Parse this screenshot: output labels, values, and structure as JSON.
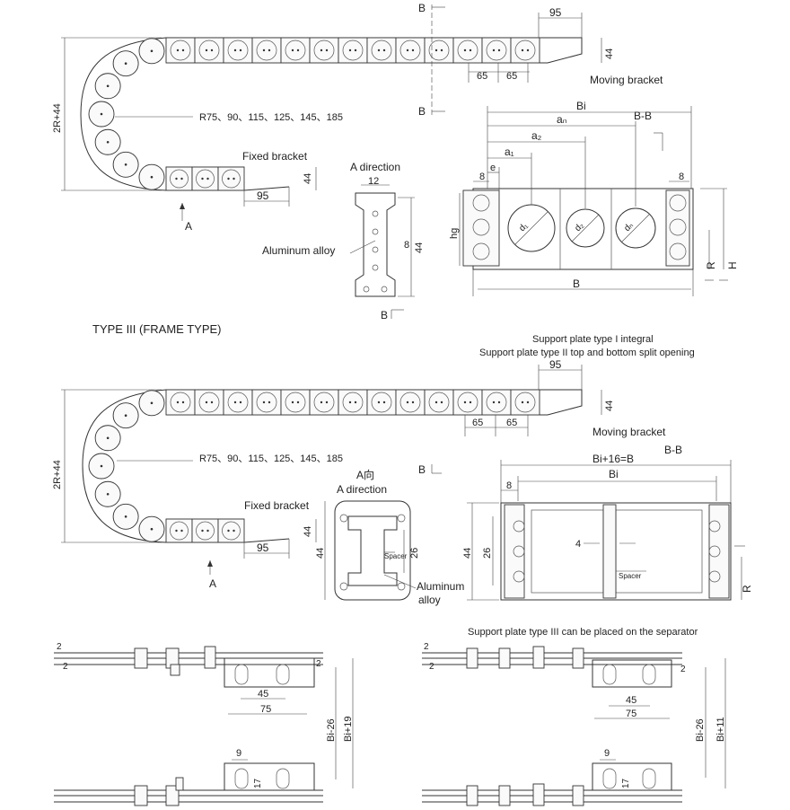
{
  "labels": {
    "b_mark": "B",
    "a_mark": "A",
    "dim_95": "95",
    "dim_44": "44",
    "dim_65": "65",
    "dim_2r44": "2R+44",
    "radius_list": "R75、90、115、125、145、185",
    "moving_bracket": "Moving bracket",
    "fixed_bracket": "Fixed bracket",
    "a_direction": "A direction",
    "a_direction_cn": "A向",
    "aluminum_alloy": "Aluminum alloy",
    "aluminum": "Aluminum",
    "alloy": "alloy",
    "dim_12": "12",
    "dim_8": "8",
    "dim_26": "26",
    "dim_4": "4",
    "bb": "B-B",
    "bi": "Bi",
    "a_n": "aₙ",
    "a_2": "a₂",
    "a_1": "a₁",
    "e": "e",
    "hg": "hg",
    "d1": "d₁",
    "d2": "d₂",
    "dn": "dₙ",
    "r_mark": "R",
    "h_mark": "H",
    "type3": "TYPE III  (FRAME TYPE)",
    "support1": "Support plate type I integral",
    "support2": "Support plate type II top and bottom split opening",
    "bi16": "Bi+16=B",
    "spacer": "Spacer",
    "support3": "Support plate type III can be placed on the separator",
    "dim_2": "2",
    "dim_45": "45",
    "dim_75": "75",
    "bi26": "Bi-26",
    "bi19": "Bi+19",
    "bi11": "Bi+11",
    "dim_9": "9",
    "dim_17": "17"
  }
}
